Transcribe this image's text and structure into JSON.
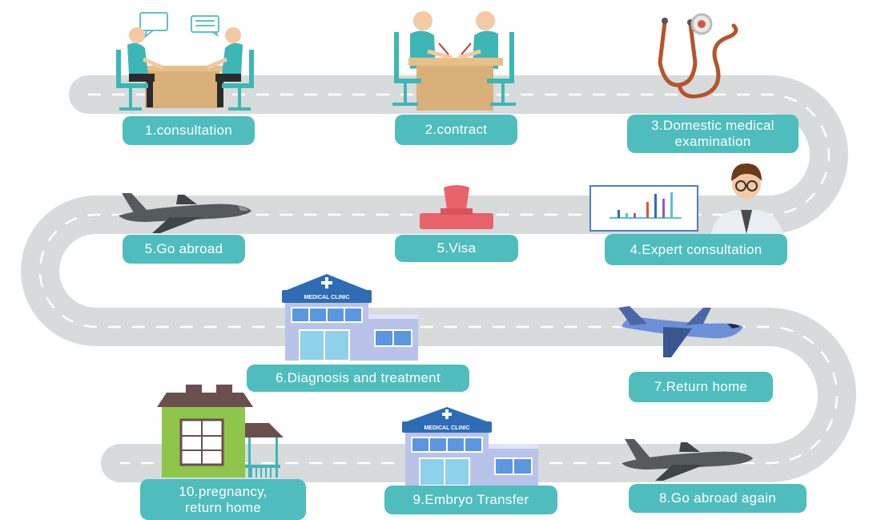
{
  "steps": [
    {
      "label": "1.consultation",
      "icon": "consultation-meeting-icon"
    },
    {
      "label": "2.contract",
      "icon": "contract-signing-icon"
    },
    {
      "label_lines": [
        "3.Domestic medical",
        "examination"
      ],
      "icon": "stethoscope-icon"
    },
    {
      "label": "4.Expert consultation",
      "icon": "doctor-chart-icon"
    },
    {
      "label": "5.Visa",
      "icon": "stamp-icon"
    },
    {
      "label": "5.Go abroad",
      "icon": "airplane-icon"
    },
    {
      "label": "6.Diagnosis and treatment",
      "icon": "medical-clinic-icon"
    },
    {
      "label": "7.Return home",
      "icon": "airplane-icon"
    },
    {
      "label": "8.Go abroad again",
      "icon": "airplane-icon"
    },
    {
      "label": "9.Embryo Transfer",
      "icon": "medical-clinic-icon"
    },
    {
      "label_lines": [
        "10.pregnancy,",
        "return home"
      ],
      "icon": "house-icon"
    }
  ],
  "clinic_sign": "MEDICAL CLINIC",
  "colors": {
    "road": "#d7dbdc",
    "road_dash": "#ffffff",
    "label_bg": "#4fbdbd",
    "label_text": "#ffffff",
    "clinic_roof": "#2e6db5",
    "clinic_wall": "#b9c3ea",
    "house_wall": "#8fc54a",
    "house_roof": "#6b4e4e",
    "stamp": "#e8636a",
    "stethoscope": "#b4552c",
    "plane_dark": "#555a5e",
    "plane_blue": "#6d8fd8"
  }
}
